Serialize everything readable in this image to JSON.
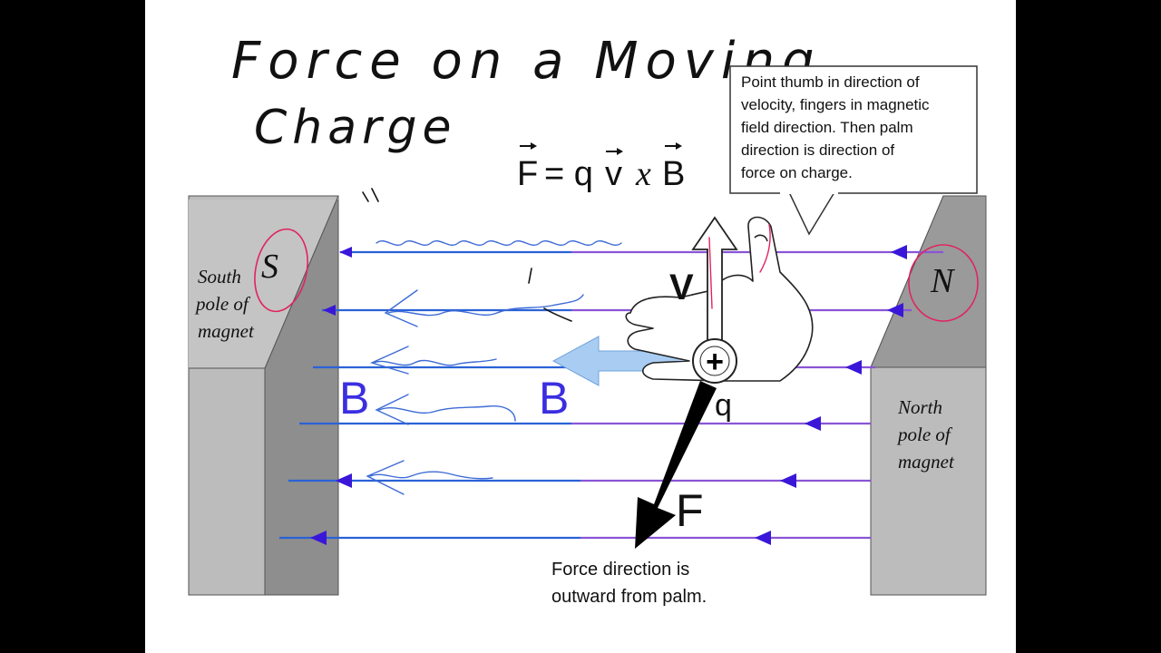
{
  "page": {
    "handwritten_title_line1": "Force on a Moving",
    "handwritten_title_line2": "Charge"
  },
  "formula": {
    "f": "F",
    "eq": "= q",
    "v": "v",
    "x": "x",
    "b": "B"
  },
  "callout_top": {
    "lines": [
      "Point thumb in direction of",
      "velocity, fingers in magnetic",
      "field direction. Then palm",
      "direction is direction of",
      "force on charge."
    ]
  },
  "south_magnet": {
    "letter": "S",
    "label_lines": [
      "South",
      "pole of",
      "magnet"
    ]
  },
  "north_magnet": {
    "letter": "N",
    "label_lines": [
      "North",
      "pole of",
      "magnet"
    ]
  },
  "vectors": {
    "v_label": "V",
    "b_label_left": "B",
    "b_label_center": "B",
    "q_label": "q",
    "f_label": "F",
    "charge_symbol": "+"
  },
  "callout_bottom": {
    "lines": [
      "Force direction is",
      "outward from palm."
    ]
  },
  "colors": {
    "field_blue": "#2a62d6",
    "field_purple": "#8a55d6",
    "arrowhead": "#3a17d8",
    "b_label": "#3b2ee0",
    "b_arrow_fill": "#a9cdf2",
    "magnet_front": "#bcbcbc",
    "magnet_side": "#8e8e8e",
    "ink_red": "#e0245e",
    "ink_blue": "#3d6bd6"
  }
}
